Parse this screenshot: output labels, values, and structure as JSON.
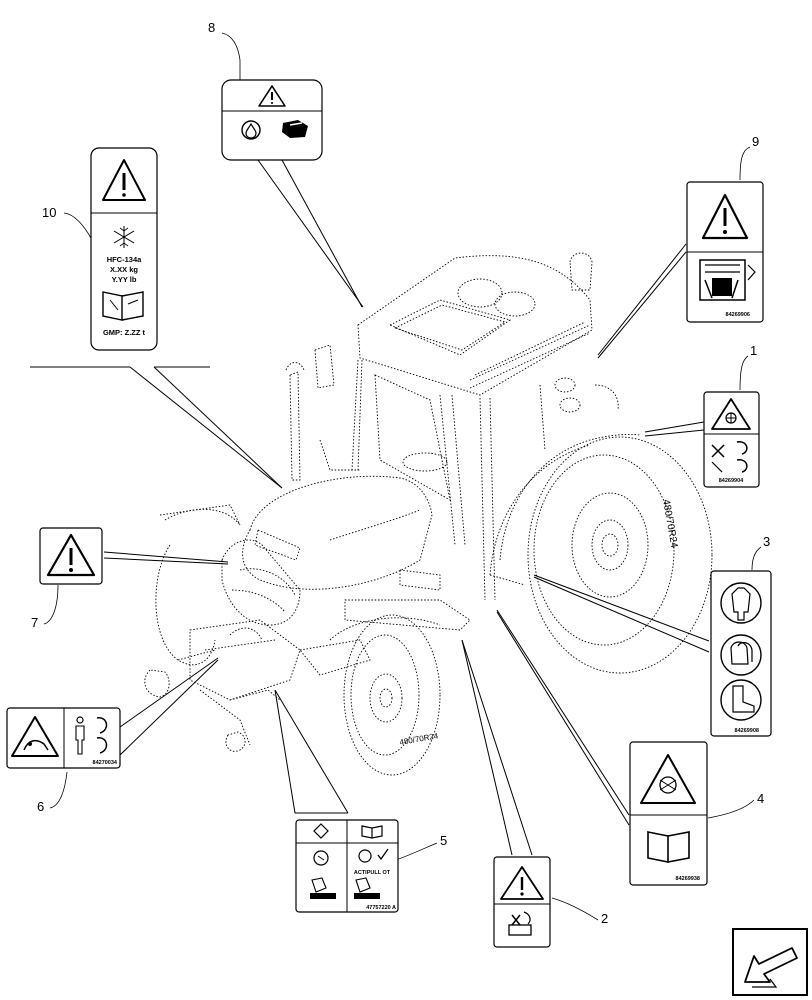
{
  "callouts": [
    "1",
    "2",
    "3",
    "4",
    "5",
    "6",
    "7",
    "8",
    "9",
    "10"
  ],
  "decals": {
    "d1": {
      "code": "84269904"
    },
    "d3": {
      "code": "84269908"
    },
    "d4": {
      "code": "84269938"
    },
    "d5": {
      "text_actipull": "ACTIPULL OT",
      "code": "47757220 A"
    },
    "d6": {
      "code": "84270034"
    },
    "d9": {
      "code": "84269906"
    },
    "d10": {
      "refrigerant": "HFC-134a",
      "qty_kg": "X.XX kg",
      "qty_lb": "Y.YY lb",
      "gmp": "GMP: Z.ZZ t"
    }
  },
  "tractor": {
    "tyre_text_front": "480/70R24",
    "tyre_text_rear": "480/70R24"
  },
  "nav_arrow": {
    "icon": "arrow-down-left-icon"
  }
}
